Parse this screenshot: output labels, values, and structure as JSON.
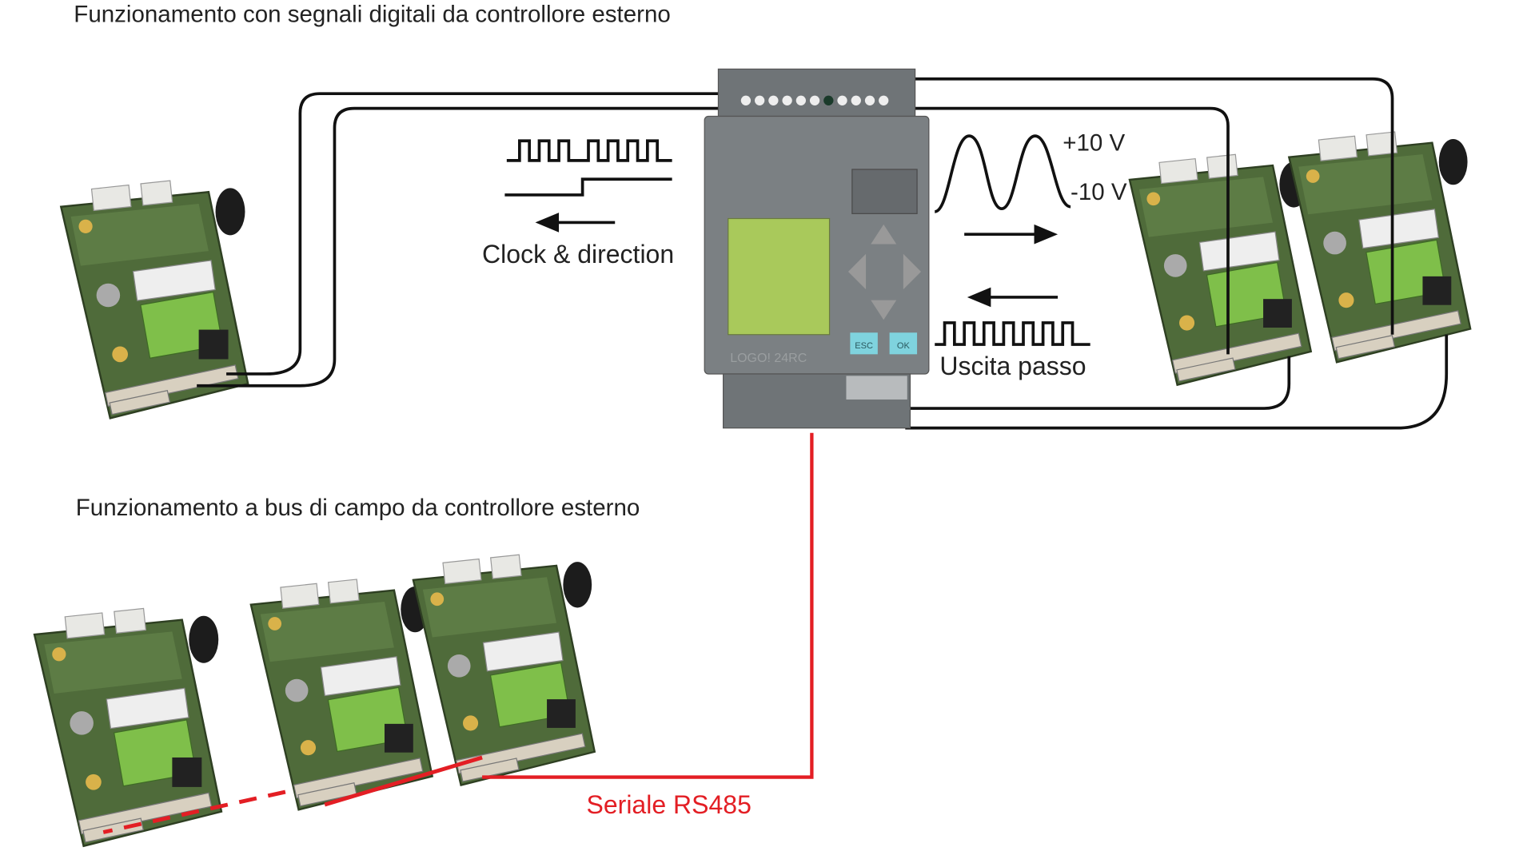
{
  "titles": {
    "digital": "Funzionamento con segnali digitali da controllore esterno",
    "fieldbus": "Funzionamento a bus di campo da controllore esterno"
  },
  "labels": {
    "clock_direction": "Clock & direction",
    "plus_voltage": "+10 V",
    "minus_voltage": "-10 V",
    "step_output": "Uscita passo",
    "serial": "Seriale RS485"
  },
  "plc": {
    "brand": "LOGO! 24RC",
    "esc": "ESC",
    "ok": "OK"
  },
  "colors": {
    "serial_line": "#e31e24",
    "board_green": "#4f6b3a",
    "plc_gray": "#7b8083",
    "lcd": "#a9c95b",
    "button_cyan": "#7fd3de"
  }
}
